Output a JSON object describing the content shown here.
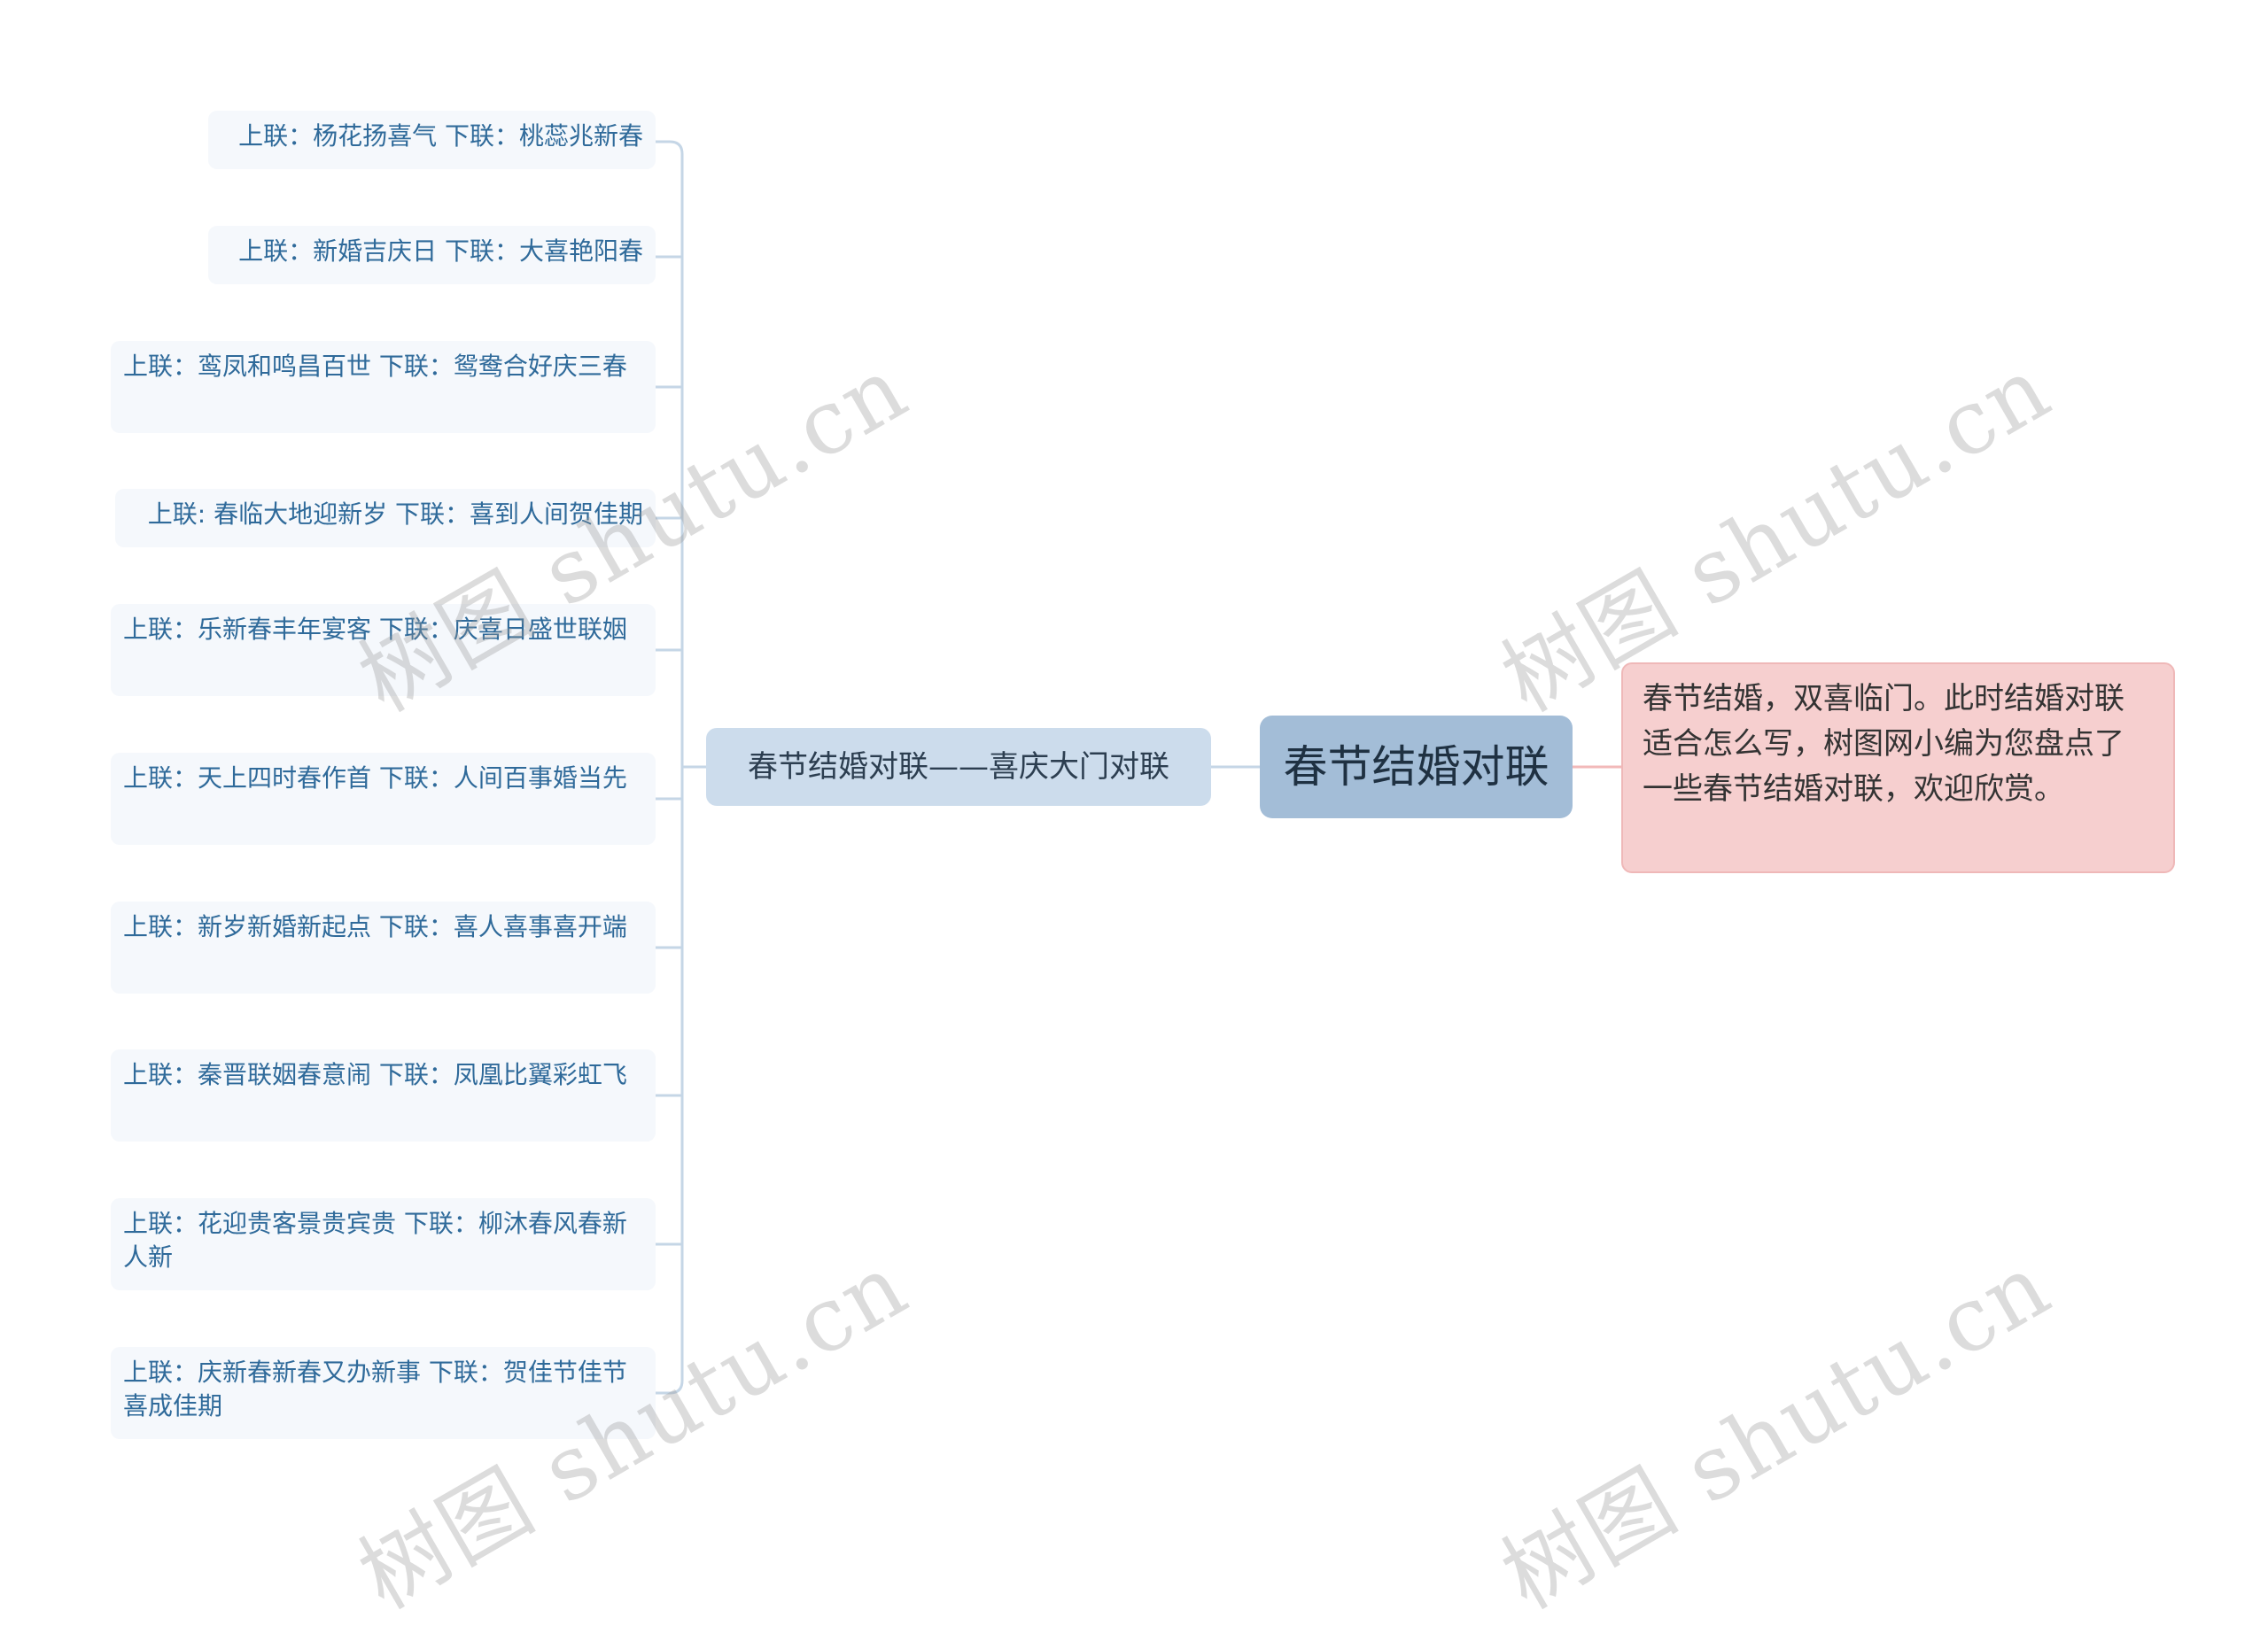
{
  "root": {
    "label": "春节结婚对联"
  },
  "branch": {
    "label": "春节结婚对联——喜庆大门对联"
  },
  "note": {
    "text": "春节结婚，双喜临门。此时结婚对联适合怎么写，树图网小编为您盘点了一些春节结婚对联，欢迎欣赏。"
  },
  "leaves": [
    {
      "text": "上联：杨花扬喜气 下联：桃蕊兆新春"
    },
    {
      "text": "上联：新婚吉庆日 下联：大喜艳阳春"
    },
    {
      "text": "上联：鸾凤和鸣昌百世 下联：鸳鸯合好庆三春"
    },
    {
      "text": "上联: 春临大地迎新岁 下联：喜到人间贺佳期"
    },
    {
      "text": "上联：乐新春丰年宴客 下联：庆喜日盛世联姻"
    },
    {
      "text": "上联：天上四时春作首 下联：人间百事婚当先"
    },
    {
      "text": "上联：新岁新婚新起点 下联：喜人喜事喜开端"
    },
    {
      "text": "上联：秦晋联姻春意闹 下联：凤凰比翼彩虹飞"
    },
    {
      "text": "上联：花迎贵客景贵宾贵 下联：柳沐春风春新人新"
    },
    {
      "text": "上联：庆新春新春又办新事 下联：贺佳节佳节喜成佳期"
    }
  ],
  "watermark": {
    "text": "树图 shutu.cn"
  },
  "colors": {
    "connector": "#c5d6e6",
    "note_connector": "#f2b9b9"
  }
}
